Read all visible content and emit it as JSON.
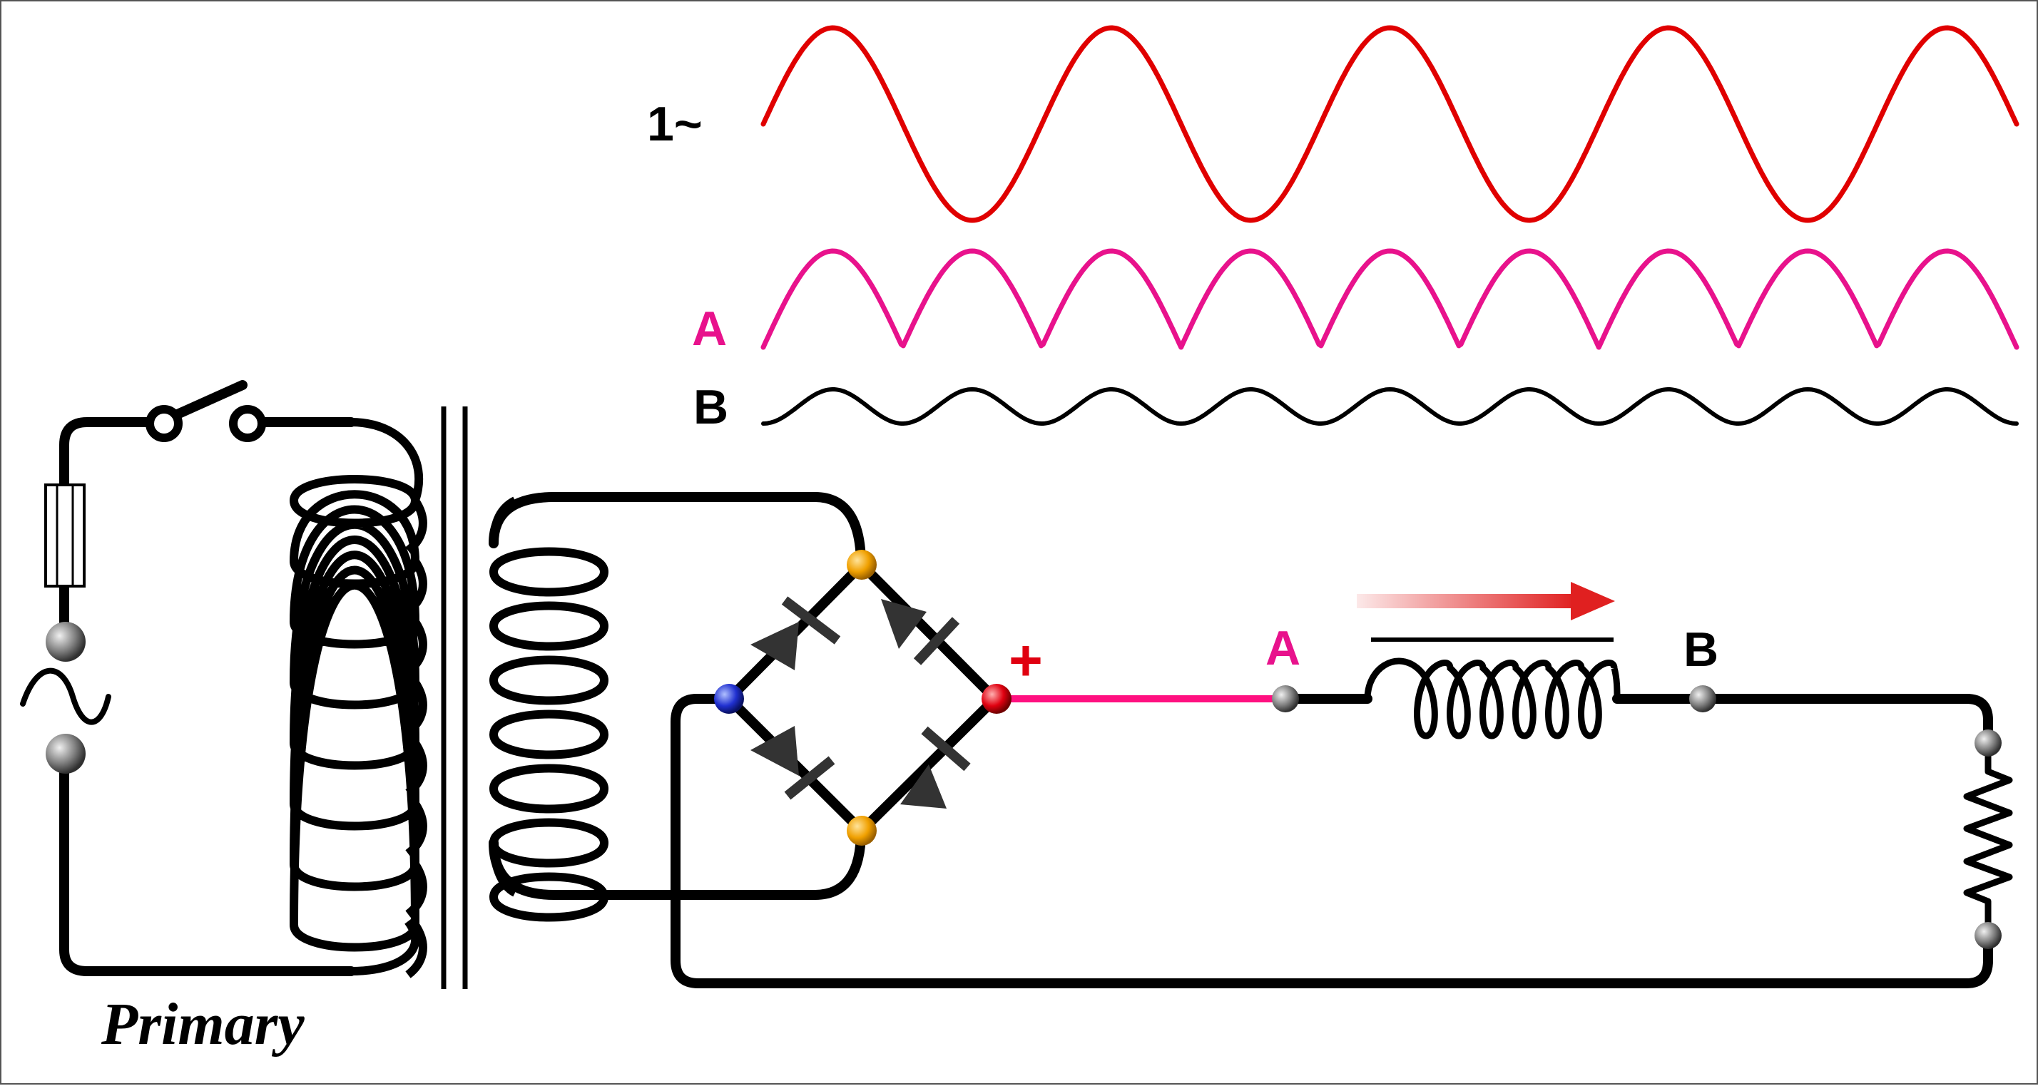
{
  "labels": {
    "ac_trace": "1~",
    "trace_a": "A",
    "trace_b": "B",
    "plus": "+",
    "point_a": "A",
    "point_b": "B",
    "primary": "Primary"
  },
  "colors": {
    "ac_trace": "#e00000",
    "trace_a": "#e8128c",
    "trace_b": "#000000",
    "positive_wire": "#ff1080",
    "arrow": "#e02020",
    "node_orange": "#f0a000",
    "node_blue": "#2030d0",
    "node_red": "#e00010",
    "node_grey": "#777777"
  },
  "waveforms": {
    "ac_cycles": 4.5,
    "rectified_humps": 9,
    "ripple_cycles": 9
  },
  "icons": [
    "switch-icon",
    "fuse-icon",
    "ac-source-icon",
    "diode-icon",
    "inductor-icon",
    "resistor-icon",
    "current-arrow-icon"
  ]
}
